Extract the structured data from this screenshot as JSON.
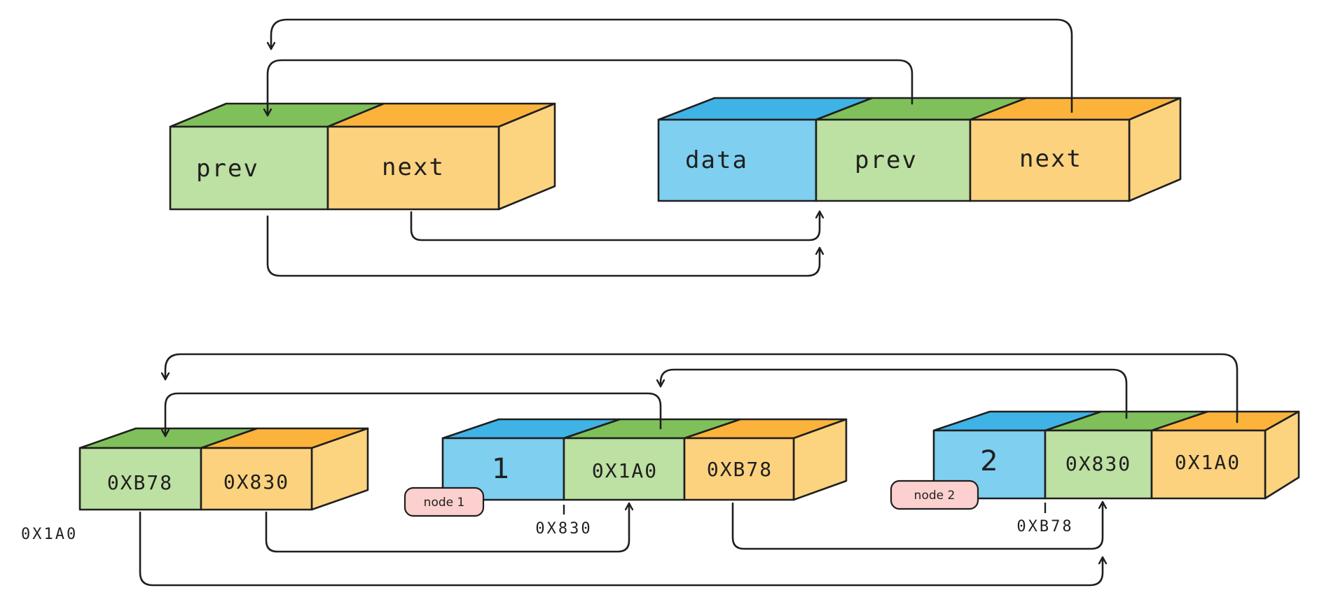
{
  "colors": {
    "data_front": "#7ecff0",
    "data_top": "#3fb3e6",
    "prev_front": "#bde0a3",
    "prev_top": "#7fc05a",
    "next_front": "#fdd27e",
    "next_top": "#fbb33c",
    "side": "#fcd47f",
    "tag_fill": "#fbd0cf",
    "ink": "#1f1f1f"
  },
  "top_row": {
    "sentinel": {
      "prev_label": "prev",
      "next_label": "next"
    },
    "node": {
      "data_label": "data",
      "prev_label": "prev",
      "next_label": "next"
    }
  },
  "bottom_row": {
    "sentinel": {
      "prev_value": "0XB78",
      "next_value": "0X830",
      "address": "0X1A0"
    },
    "node1": {
      "data_value": "1",
      "prev_value": "0X1A0",
      "next_value": "0XB78",
      "tag": "node 1",
      "address": "0X830"
    },
    "node2": {
      "data_value": "2",
      "prev_value": "0X830",
      "next_value": "0X1A0",
      "tag": "node 2",
      "address": "0XB78"
    }
  }
}
